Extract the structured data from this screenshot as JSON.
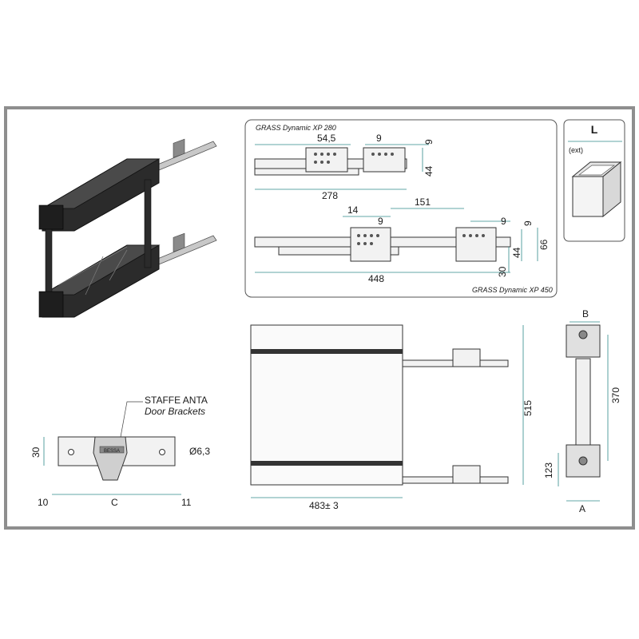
{
  "xp280": {
    "caption": "GRASS Dynamic XP 280",
    "dims": {
      "offset": "54,5",
      "pitch": "9",
      "hole": "9",
      "height": "44",
      "length": "278"
    }
  },
  "xp450": {
    "caption": "GRASS Dynamic XP 450",
    "dims": {
      "offset": "14",
      "pitch_left": "9",
      "spacing": "151",
      "pitch_right": "9",
      "hole": "9",
      "height_a": "44",
      "height_b": "66",
      "height_c": "30",
      "length": "448"
    }
  },
  "profile": {
    "label_L": "L",
    "label_ext": "(ext)"
  },
  "brackets": {
    "title": "STAFFE ANTA",
    "subtitle": "Door Brackets",
    "brand": "ВЕSSA",
    "dim_height": "30",
    "dim_hole": "Ø6,3",
    "dim_left": "10",
    "dim_c": "C",
    "dim_right": "11"
  },
  "top_view": {
    "dim_depth": "515",
    "dim_width": "483± 3"
  },
  "side_view": {
    "dim_b": "B",
    "dim_370": "370",
    "dim_123": "123",
    "dim_a": "A"
  },
  "colors": {
    "frame": "#8e8e8e",
    "dimension": "#2f8a8a",
    "basket": "#2b2b2b"
  }
}
